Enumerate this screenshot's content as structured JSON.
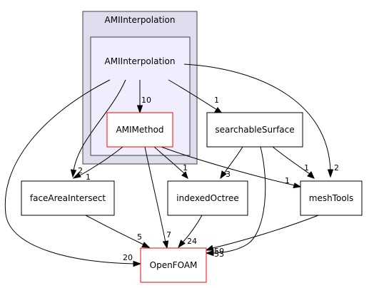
{
  "clusters": {
    "outer": {
      "label": "AMIInterpolation",
      "fill": "#ddddee",
      "stroke": "#404040"
    },
    "inner": {
      "label": "AMIInterpolation",
      "fill": "#eeeeff",
      "stroke": "#404040"
    }
  },
  "nodes": {
    "ami_method": {
      "label": "AMIMethod",
      "stroke": "#ff0000"
    },
    "searchable_surface": {
      "label": "searchableSurface",
      "stroke": "#000000"
    },
    "face_area_intersect": {
      "label": "faceAreaIntersect",
      "stroke": "#000000"
    },
    "indexed_octree": {
      "label": "indexedOctree",
      "stroke": "#000000"
    },
    "mesh_tools": {
      "label": "meshTools",
      "stroke": "#000000"
    },
    "openfoam": {
      "label": "OpenFOAM",
      "stroke": "#ff0000"
    }
  },
  "edges": {
    "interp_to_method": "10",
    "interp_to_searchable": "1",
    "interp_to_face": "2",
    "interp_to_openfoam": "20",
    "interp_to_meshtools": "2",
    "method_to_face": "1",
    "method_to_octree": "1",
    "method_to_meshtools": "1",
    "method_to_openfoam": "7",
    "searchable_to_octree": "3",
    "searchable_to_meshtools": "1",
    "searchable_to_openfoam": "53",
    "face_to_openfoam": "5",
    "octree_to_openfoam": "24",
    "meshtools_to_openfoam": "50"
  }
}
